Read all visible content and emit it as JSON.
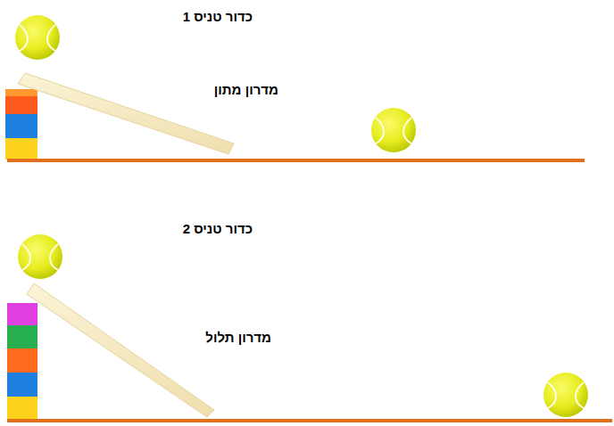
{
  "diagram": {
    "labels": [
      "כדור טניס 1",
      "מדרון מתון",
      "כדור טניס 2",
      "מדרון תלול"
    ]
  }
}
